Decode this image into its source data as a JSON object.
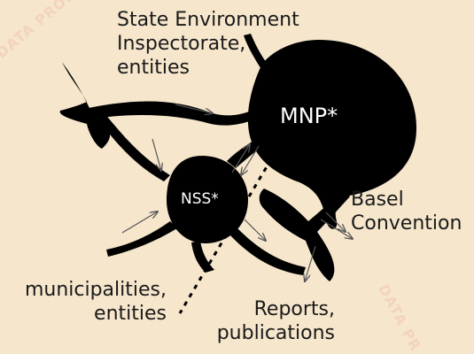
{
  "watermark": {
    "top_left": "DATA PRODUCT",
    "bottom_right": "DATA PR"
  },
  "nodes": {
    "mnp": "MNP*",
    "nss": "NSS*"
  },
  "labels": {
    "inspectorate": [
      "State Environment",
      "Inspectorate,",
      "entities"
    ],
    "basel": [
      "Basel",
      "Convention"
    ],
    "municipalities": [
      "municipalities,",
      "entities"
    ],
    "reports": [
      "Reports,",
      "publications"
    ]
  },
  "colors": {
    "background": "#f5e6cc",
    "shape": "#000000",
    "node_text": "#ffffff",
    "arrow": "#555555",
    "watermark": "#f4d3be"
  }
}
